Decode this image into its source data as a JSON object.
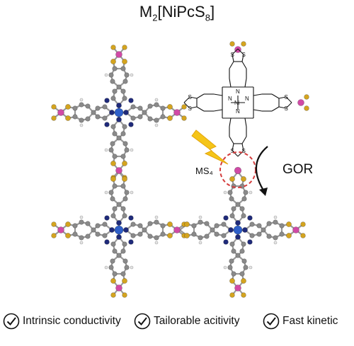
{
  "title": {
    "prefix": "M",
    "sub1": "2",
    "mid": "[NiPcS",
    "sub2": "8",
    "suffix": "]"
  },
  "annotations": {
    "site": "MS₄",
    "reaction": "GOR",
    "metal": "Ni",
    "s": "S",
    "n": "N"
  },
  "features": [
    "Intrinsic conductivity",
    "Tailorable acitivity",
    "Fast kinetic"
  ],
  "colors": {
    "carbon": "#8a8a8a",
    "nitrogen": "#1f2a7a",
    "nickel": "#2e5fc9",
    "sulfur": "#d4a41f",
    "metal_node": "#d04aa6",
    "hydrogen": "#e6e6e6",
    "bolt": "#f5c518",
    "highlight_ring": "#d43c3c"
  }
}
